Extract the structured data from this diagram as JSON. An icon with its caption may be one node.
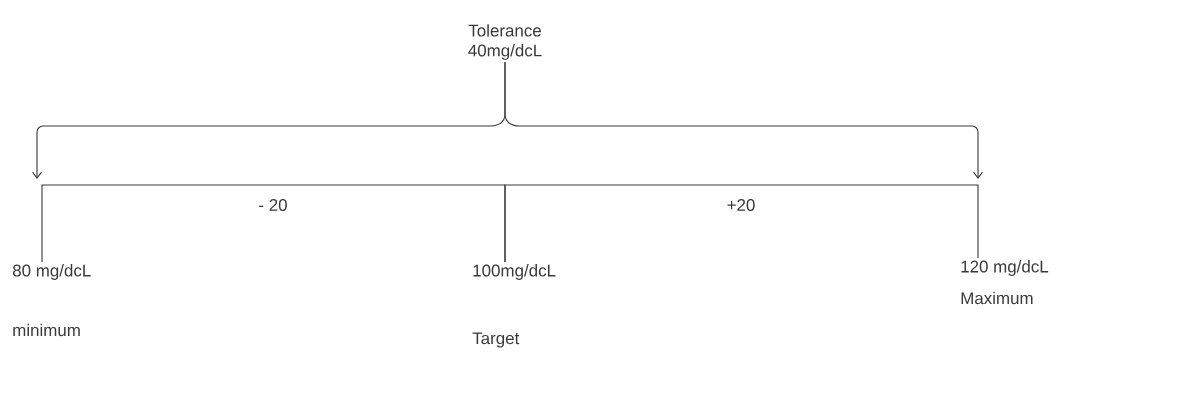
{
  "diagram": {
    "nodes": [
      {
        "text": [
          "Tolerance 40mg/dcL"
        ]
      },
      {
        "text": [
          "80 mg/dcL"
        ],
        "beside": [
          "minimum"
        ]
      },
      {
        "text": [
          "100mg/dcL"
        ],
        "beside": [
          "Target"
        ]
      },
      {
        "text": [
          "120 mg/dcL"
        ],
        "beside": [
          "Maximum"
        ]
      }
    ],
    "edges": [
      {
        "from": 0,
        "to": null,
        "arrow": "to"
      },
      {
        "from": 0,
        "to": null,
        "arrow": "to"
      },
      {
        "from": 1,
        "to": 2,
        "arrow": "none",
        "label": "- 20"
      },
      {
        "from": 2,
        "to": 3,
        "arrow": "none",
        "label": "+20"
      }
    ]
  }
}
